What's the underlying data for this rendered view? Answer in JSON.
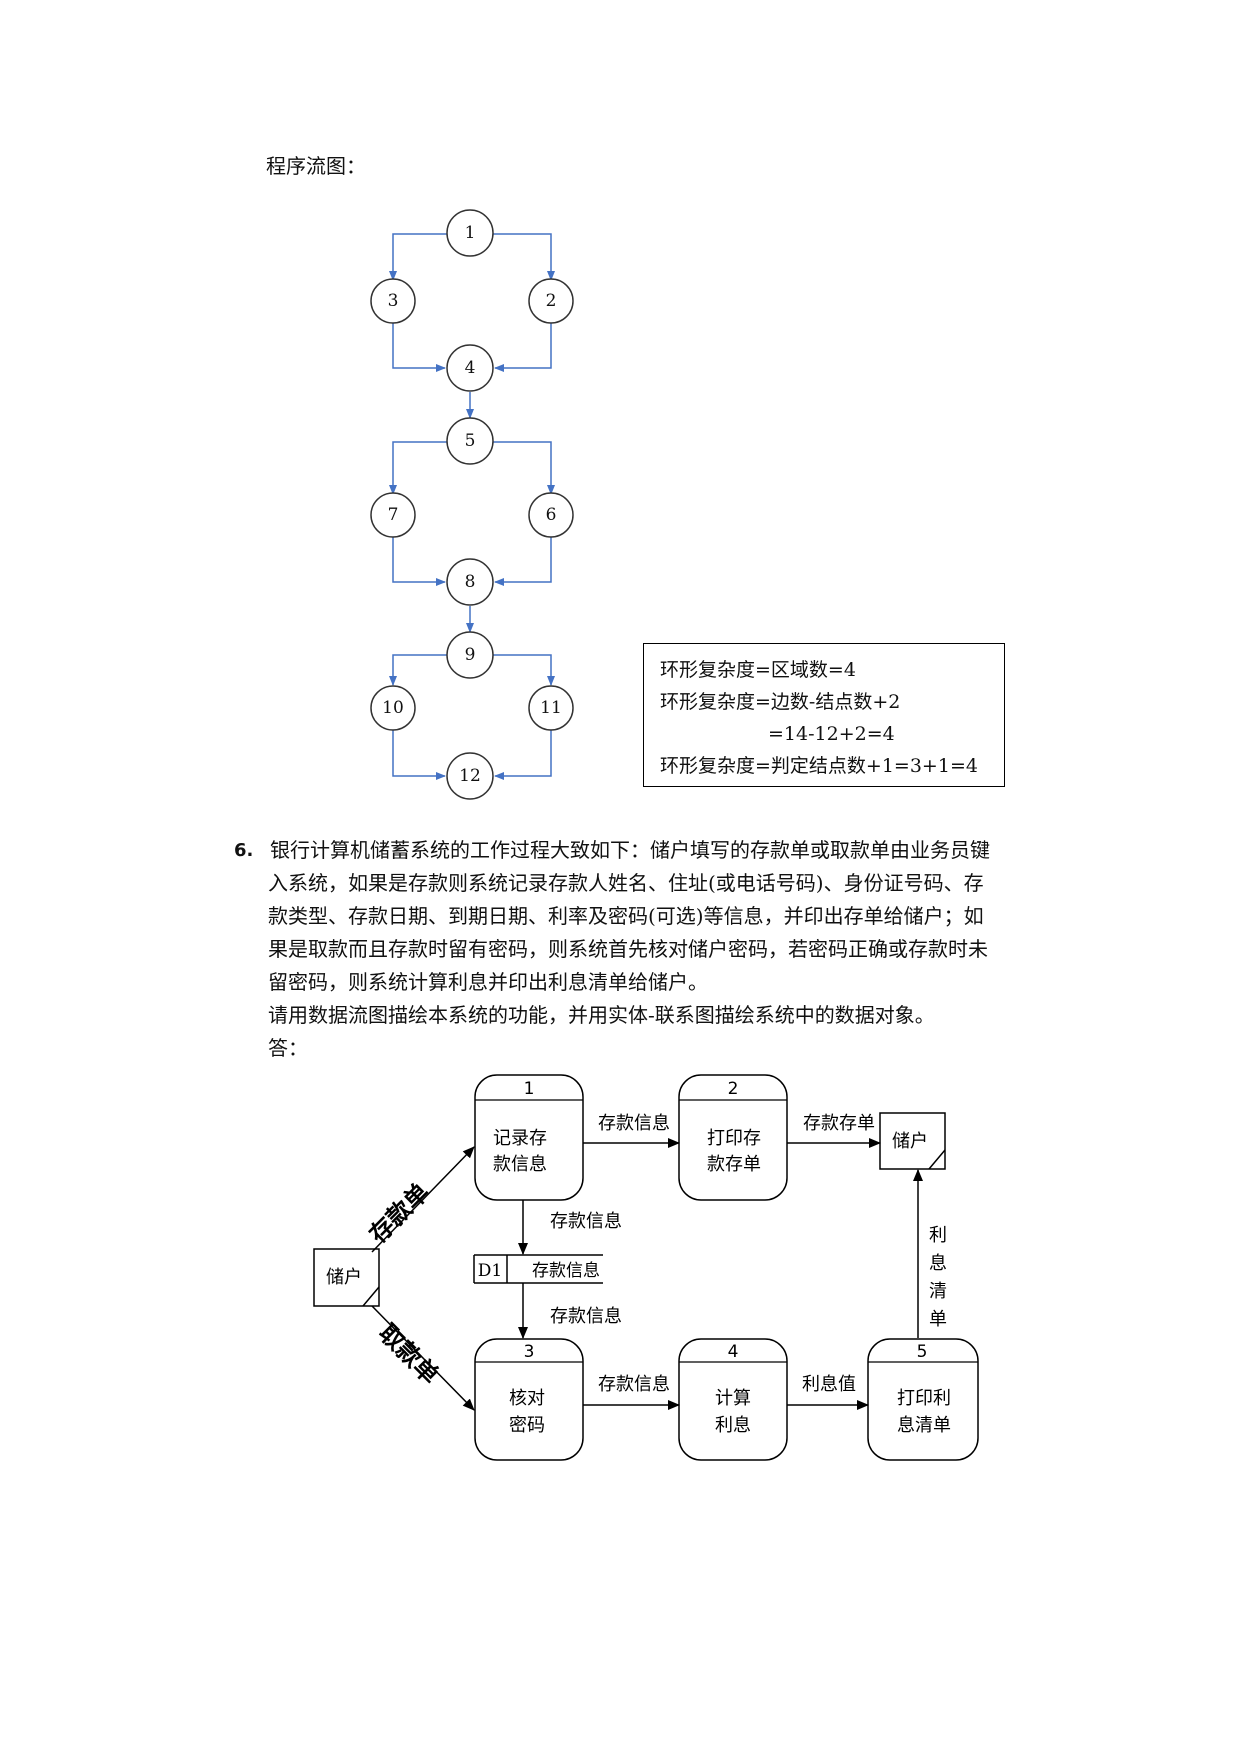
{
  "section": {
    "title": "程序流图："
  },
  "flow_graph": {
    "nodes": [
      "1",
      "2",
      "3",
      "4",
      "5",
      "6",
      "7",
      "8",
      "9",
      "10",
      "11",
      "12"
    ]
  },
  "complexity": {
    "line1": "环形复杂度=区域数=4",
    "line2": "环形复杂度=边数-结点数+2",
    "line3": "=14-12+2=4",
    "line4": "环形复杂度=判定结点数+1=3+1=4"
  },
  "question": {
    "number": "6.",
    "lines": [
      "银行计算机储蓄系统的工作过程大致如下：储户填写的存款单或取款单由业务员键",
      "入系统，如果是存款则系统记录存款人姓名、住址(或电话号码)、身份证号码、存",
      "款类型、存款日期、到期日期、利率及密码(可选)等信息，并印出存单给储户；如",
      "果是取款而且存款时留有密码，则系统首先核对储户密码，若密码正确或存款时未",
      "留密码，则系统计算利息并印出利息清单给储户。"
    ],
    "request": "请用数据流图描绘本系统的功能，并用实体-联系图描绘系统中的数据对象。",
    "answer_label": "答："
  },
  "dfd": {
    "entity_left": "储户",
    "entity_right": "储户",
    "process1": {
      "id": "1",
      "line1": "记录存",
      "line2": "款信息"
    },
    "process2": {
      "id": "2",
      "line1": "打印存",
      "line2": "款存单"
    },
    "process3": {
      "id": "3",
      "line1": "核对",
      "line2": "密码"
    },
    "process4": {
      "id": "4",
      "line1": "计算",
      "line2": "利息"
    },
    "process5": {
      "id": "5",
      "line1": "打印利",
      "line2": "息清单"
    },
    "store": {
      "id": "D1",
      "name": "存款信息"
    },
    "flows": {
      "deposit_slip": "存款单",
      "withdraw_slip": "取款单",
      "p1_p2": "存款信息",
      "p2_out": "存款存单",
      "p1_store": "存款信息",
      "store_p3": "存款信息",
      "p3_p4": "存款信息",
      "p4_p5": "利息值",
      "interest_list": [
        "利",
        "息",
        "清",
        "单"
      ]
    }
  }
}
